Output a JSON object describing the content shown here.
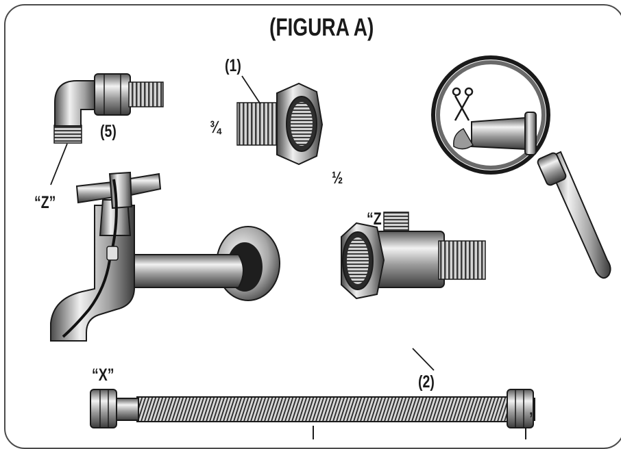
{
  "figure": {
    "title": "(FIGURA A)",
    "labels": {
      "part1": "(1)",
      "part2": "(2)",
      "part5": "(5)",
      "three_quarter": "¾",
      "half": "½",
      "z_left": "“Z”",
      "z_tee": "“Z",
      "x_hose": "“X”",
      "hose_right_end": "”"
    }
  },
  "colors": {
    "metal_dark": "#3a3a3a",
    "metal_mid": "#8c8c8c",
    "metal_light": "#e6e6e6",
    "outline": "#1a1a1a"
  },
  "icons": [
    "elbow-fitting-icon",
    "reducer-nipple-icon",
    "magnifier-icon",
    "scissors-icon",
    "faucet-icon",
    "tee-adapter-icon",
    "flexible-hose-icon"
  ]
}
